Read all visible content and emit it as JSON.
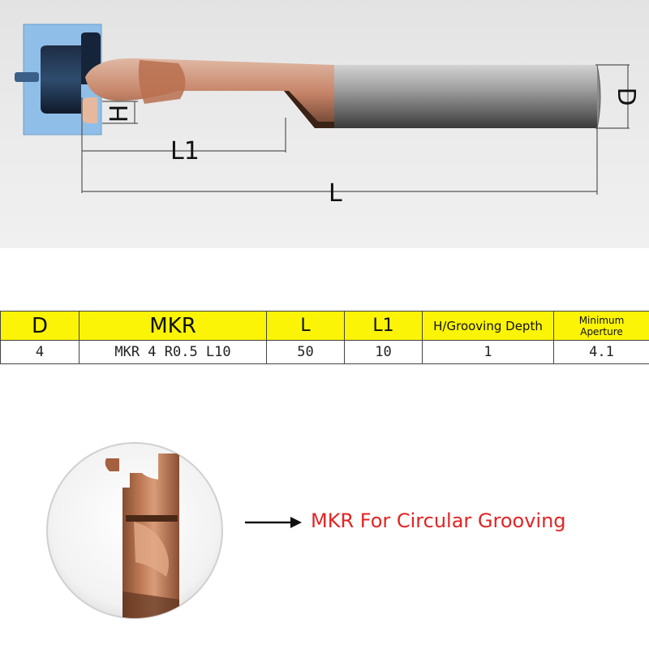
{
  "diagram": {
    "labels": {
      "h": "H",
      "l1": "L1",
      "l": "L",
      "d": "D"
    }
  },
  "table": {
    "headers": [
      "D",
      "MKR",
      "L",
      "L1",
      "H/Grooving Depth",
      "Minimum Aperture"
    ],
    "header_lines": {
      "minimum": "Minimum",
      "aperture": "Aperture"
    },
    "row": [
      "4",
      "MKR 4 R0.5 L10",
      "50",
      "10",
      "1",
      "4.1"
    ]
  },
  "callout": {
    "text": "MKR For Circular Grooving"
  },
  "colors": {
    "header_bg": "#fbf406",
    "callout_text": "#e32424",
    "copper": "#c5866a",
    "holder_blue": "#8fc0ea",
    "shank_gray": "#9a9a9a"
  },
  "icons": {
    "arrow": "right-arrow-icon"
  }
}
